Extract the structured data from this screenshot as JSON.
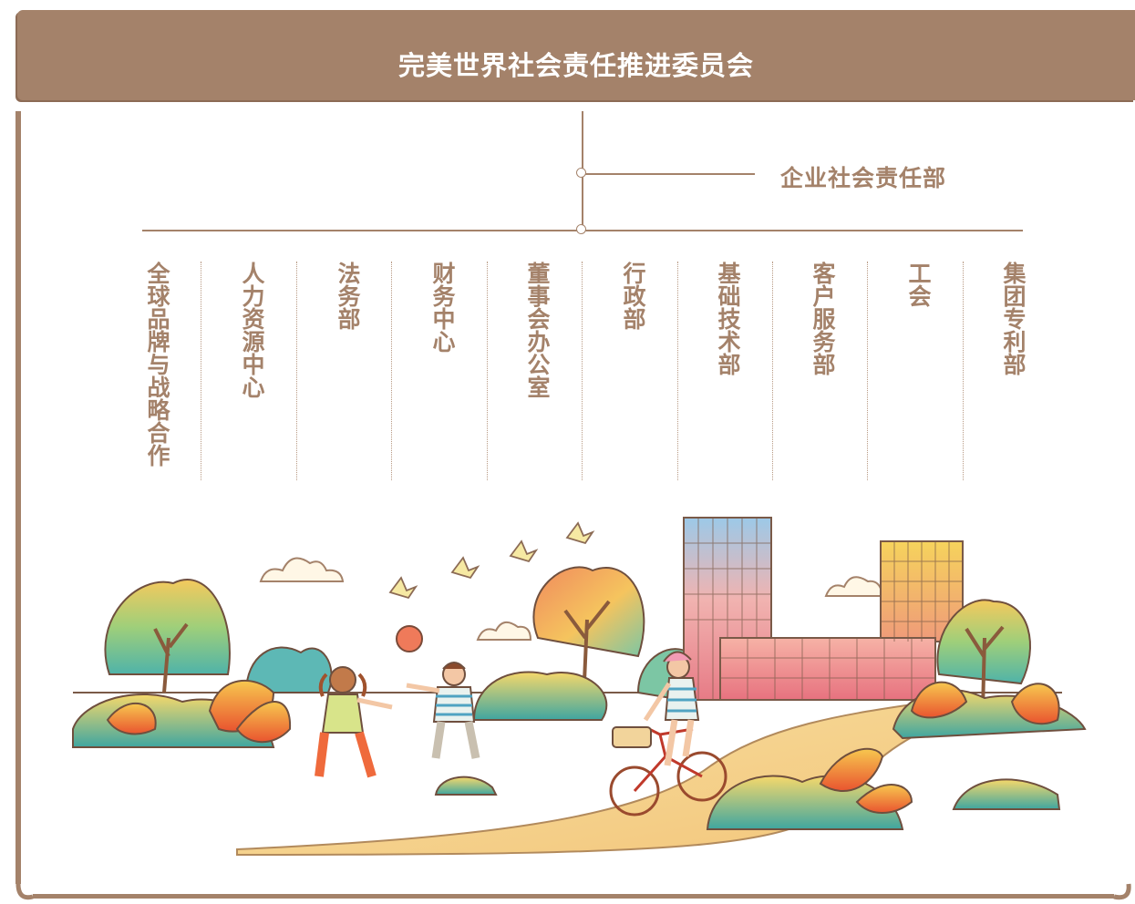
{
  "header": {
    "title": "完美世界社会责任推进委员会"
  },
  "csr_department": {
    "label": "企业社会责任部"
  },
  "departments": [
    {
      "label": "全球品牌与战略合作"
    },
    {
      "label": "人力资源中心"
    },
    {
      "label": "法务部"
    },
    {
      "label": "财务中心"
    },
    {
      "label": "董事会办公室"
    },
    {
      "label": "行政部"
    },
    {
      "label": "基础技术部"
    },
    {
      "label": "客户服务部"
    },
    {
      "label": "工会"
    },
    {
      "label": "集团专利部"
    }
  ],
  "colors": {
    "brand": "#a4826a",
    "header_text": "#ffffff"
  },
  "illustration": {
    "subject": "park-scene",
    "elements": [
      "trees",
      "clouds",
      "birds",
      "ball",
      "girl",
      "boy",
      "cyclist",
      "bicycle",
      "buildings",
      "path"
    ]
  }
}
